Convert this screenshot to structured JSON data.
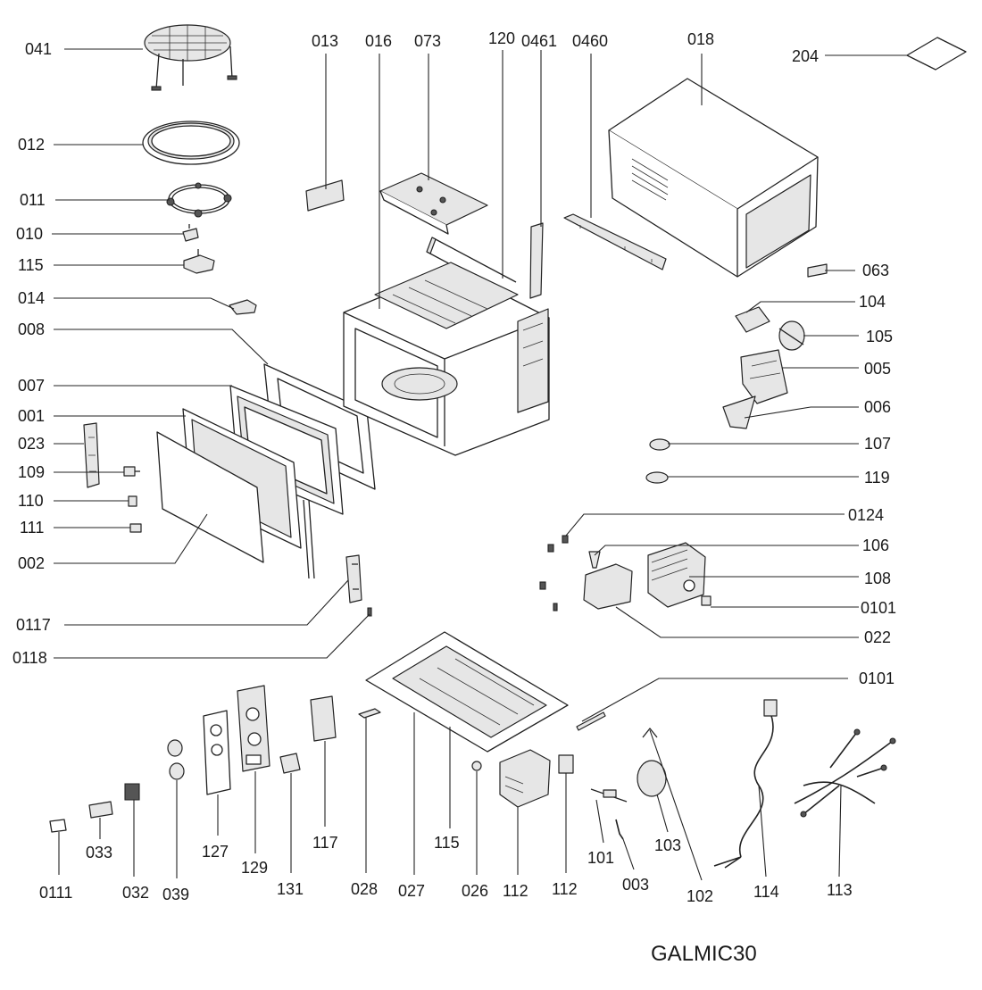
{
  "model": "GALMIC30",
  "labels": {
    "l041": "041",
    "l012": "012",
    "l011": "011",
    "l010": "010",
    "l115a": "115",
    "l014": "014",
    "l008": "008",
    "l007": "007",
    "l001": "001",
    "l023": "023",
    "l109": "109",
    "l110": "110",
    "l111": "111",
    "l002": "002",
    "l0117": "0117",
    "l0118": "0118",
    "l013": "013",
    "l016": "016",
    "l073": "073",
    "l120": "120",
    "l0461": "0461",
    "l0460": "0460",
    "l018": "018",
    "l204": "204",
    "l063": "063",
    "l104": "104",
    "l105": "105",
    "l005": "005",
    "l006": "006",
    "l107": "107",
    "l119": "119",
    "l0124": "0124",
    "l106": "106",
    "l108": "108",
    "l0101a": "0101",
    "l022": "022",
    "l0101b": "0101",
    "l0111": "0111",
    "l033": "033",
    "l032": "032",
    "l039": "039",
    "l127": "127",
    "l129": "129",
    "l131": "131",
    "l117": "117",
    "l028": "028",
    "l027": "027",
    "l115b": "115",
    "l026": "026",
    "l112a": "112",
    "l112b": "112",
    "l101": "101",
    "l003": "003",
    "l103": "103",
    "l102": "102",
    "l114": "114",
    "l113": "113"
  }
}
